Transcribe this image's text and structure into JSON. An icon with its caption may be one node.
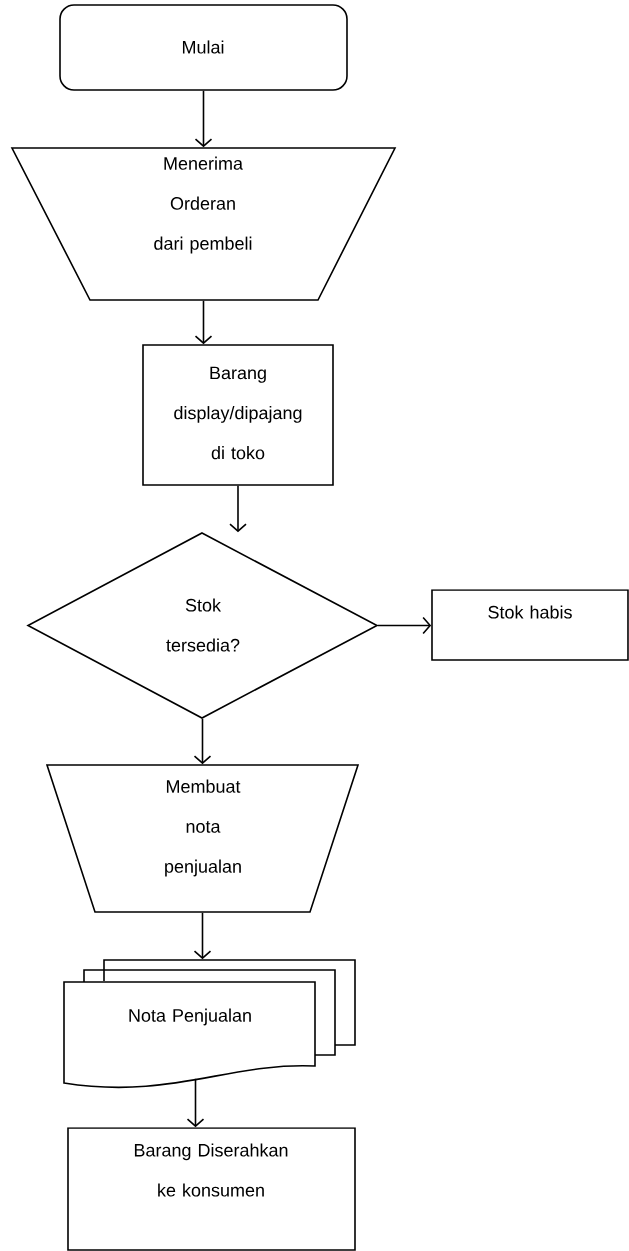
{
  "diagram": {
    "nodes": [
      {
        "text": [
          "Mulai"
        ]
      },
      {
        "text": [
          "Menerima Orderan dari pembeli"
        ]
      },
      {
        "text": [
          "Barang display/dipajang di toko"
        ]
      },
      {
        "text": [
          "Stok tersedia?"
        ]
      },
      {
        "text": [
          "Stok habis"
        ]
      },
      {
        "text": [
          "Membuat nota penjualan"
        ]
      },
      {
        "text": [
          "Nota Penjualan"
        ]
      },
      {
        "text": [
          "Barang Diserahkan ke konsumen"
        ]
      }
    ],
    "edges": [
      {
        "from": 0,
        "to": 1,
        "arrow": "to"
      },
      {
        "from": 1,
        "to": 2,
        "arrow": "to"
      },
      {
        "from": 2,
        "to": 3,
        "arrow": "to"
      },
      {
        "from": 3,
        "to": 4,
        "arrow": "to"
      },
      {
        "from": 3,
        "to": 5,
        "arrow": "to"
      },
      {
        "from": 5,
        "to": 6,
        "arrow": "to"
      },
      {
        "from": 6,
        "to": 7,
        "arrow": "to"
      }
    ]
  }
}
